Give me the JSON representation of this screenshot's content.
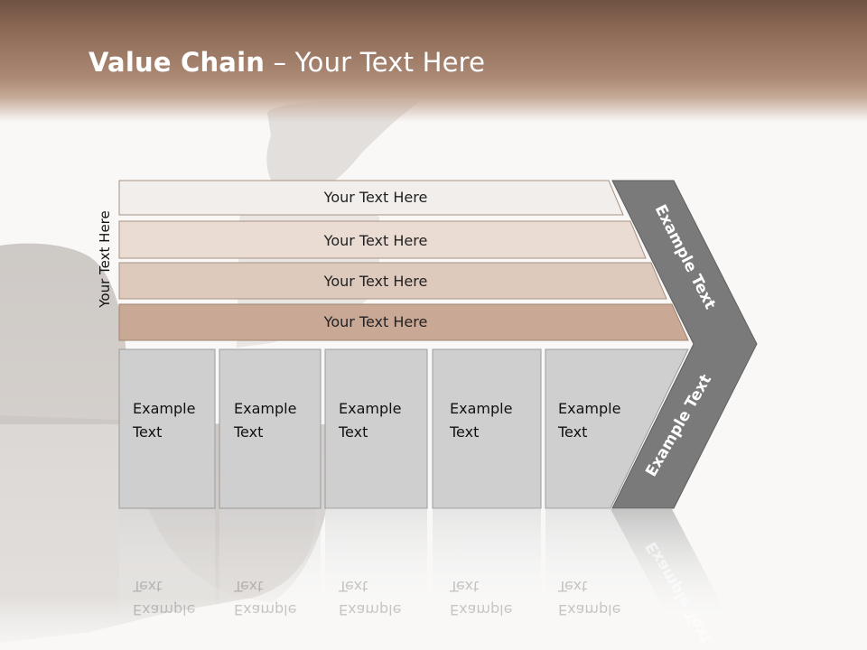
{
  "title": {
    "bold": "Value Chain",
    "rest": " – Your Text Here"
  },
  "side_label": "Your Text Here",
  "support_rows": [
    {
      "label": "Your Text Here",
      "color": "#f2eeeb"
    },
    {
      "label": "Your Text Here",
      "color": "#eadcd3"
    },
    {
      "label": "Your Text Here",
      "color": "#ddcabd"
    },
    {
      "label": "Your Text Here",
      "color": "#c9a995"
    }
  ],
  "primary_boxes": [
    {
      "line1": "Example",
      "line2": "Text"
    },
    {
      "line1": "Example",
      "line2": "Text"
    },
    {
      "line1": "Example",
      "line2": "Text"
    },
    {
      "line1": "Example",
      "line2": "Text"
    },
    {
      "line1": "Example",
      "line2": "Text"
    }
  ],
  "chevron": {
    "upper_label": "Example Text",
    "lower_label": "Example Text",
    "color": "#7a7a7a"
  },
  "colors": {
    "header": "#8d6a56",
    "box_fill": "#cfcfcf",
    "box_border": "#9c9c9c"
  }
}
